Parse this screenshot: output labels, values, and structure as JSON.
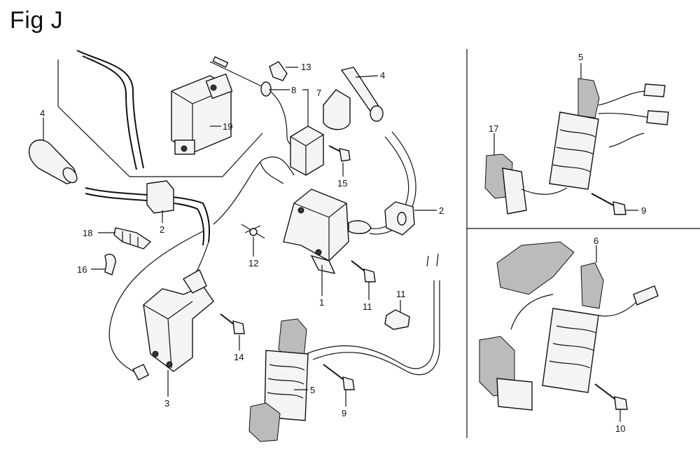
{
  "figure": {
    "title": "Fig J"
  },
  "callouts": [
    {
      "id": "c13",
      "label": "13"
    },
    {
      "id": "c8",
      "label": "8"
    },
    {
      "id": "c7",
      "label": "7"
    },
    {
      "id": "c4a",
      "label": "4"
    },
    {
      "id": "c4b",
      "label": "4"
    },
    {
      "id": "c19",
      "label": "19"
    },
    {
      "id": "c15",
      "label": "15"
    },
    {
      "id": "c2a",
      "label": "2"
    },
    {
      "id": "c2b",
      "label": "2"
    },
    {
      "id": "c18",
      "label": "18"
    },
    {
      "id": "c12",
      "label": "12"
    },
    {
      "id": "c16",
      "label": "16"
    },
    {
      "id": "c1",
      "label": "1"
    },
    {
      "id": "c11a",
      "label": "11"
    },
    {
      "id": "c11b",
      "label": "11"
    },
    {
      "id": "c14",
      "label": "14"
    },
    {
      "id": "c3",
      "label": "3"
    },
    {
      "id": "c5a",
      "label": "5"
    },
    {
      "id": "c9a",
      "label": "9"
    },
    {
      "id": "c5b",
      "label": "5"
    },
    {
      "id": "c17",
      "label": "17"
    },
    {
      "id": "c9b",
      "label": "9"
    },
    {
      "id": "c6",
      "label": "6"
    },
    {
      "id": "c10",
      "label": "10"
    }
  ]
}
